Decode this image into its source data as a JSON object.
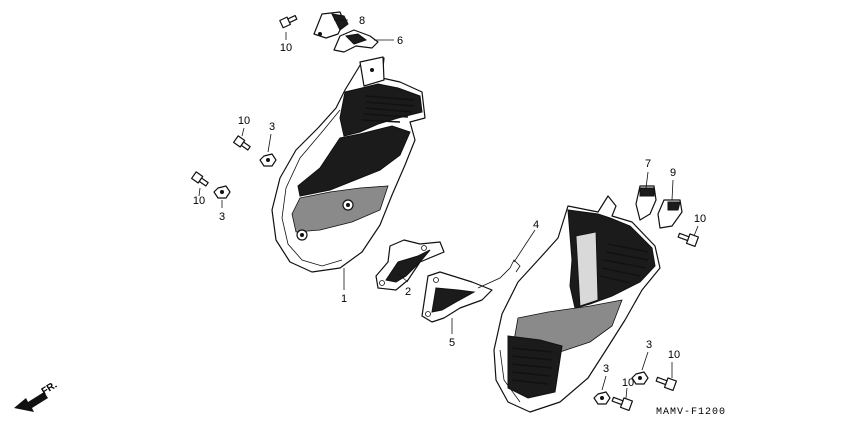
{
  "diagram": {
    "callouts": [
      "8",
      "10",
      "6",
      "10",
      "3",
      "10",
      "3",
      "1",
      "2",
      "7",
      "9",
      "10",
      "4",
      "5",
      "3",
      "10",
      "3",
      "10"
    ],
    "direction_label": "FR.",
    "drawing_code": "MAMV-F1200"
  },
  "colors": {
    "ink": "#111111",
    "fill_dark": "#1b1b1b",
    "fill_mid": "#8a8a8a",
    "fill_light": "#d9d9d9",
    "background": "#ffffff"
  }
}
